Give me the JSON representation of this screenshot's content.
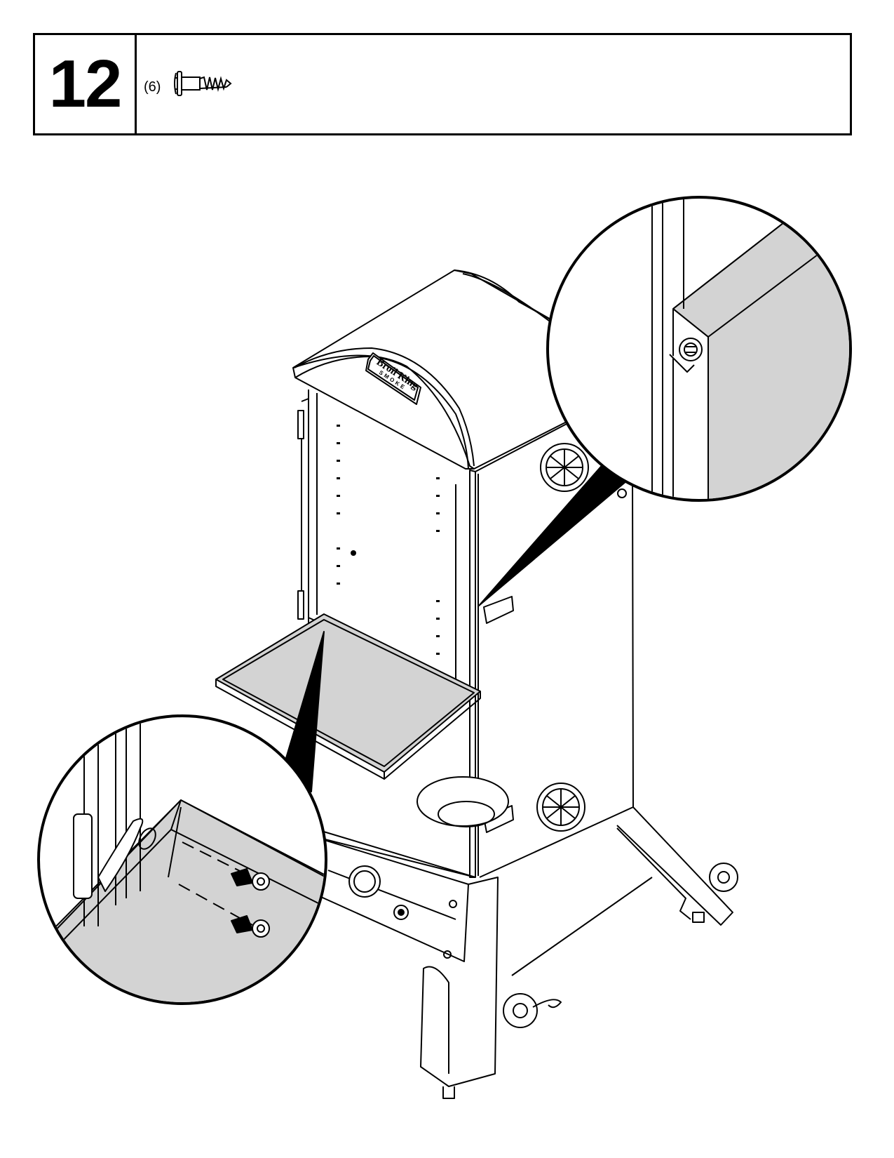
{
  "step": {
    "number": "12",
    "parts": [
      {
        "quantity": "(6)",
        "icon": "screw-icon"
      }
    ]
  },
  "illustration": {
    "logo_text": "Broil King",
    "logo_subtext": "SMOKE",
    "colors": {
      "line": "#000000",
      "shade": "#d3d3d3",
      "paper": "#ffffff"
    }
  }
}
